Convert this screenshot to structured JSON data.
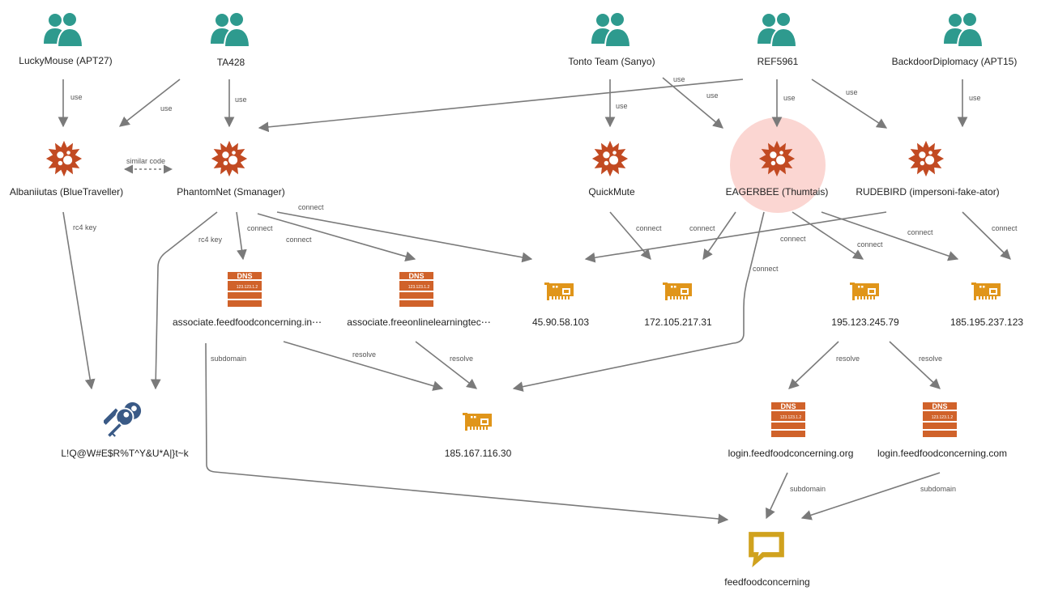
{
  "colors": {
    "actor": "#2e9a8e",
    "malware": "#c24a22",
    "dns": "#d0622a",
    "ip": "#e0951a",
    "key": "#3a5a86",
    "report": "#d0a21e",
    "highlight": "#fbd6d2",
    "edge": "#7a7a7a"
  },
  "nodes": {
    "luckymouse": {
      "label": "LuckyMouse (APT27)",
      "icon": "actor-icon"
    },
    "ta428": {
      "label": "TA428",
      "icon": "actor-icon"
    },
    "tonto": {
      "label": "Tonto Team (Sanyo)",
      "icon": "actor-icon"
    },
    "ref5961": {
      "label": "REF5961",
      "icon": "actor-icon"
    },
    "backdoordiplomacy": {
      "label": "BackdoorDiplomacy (APT15)",
      "icon": "actor-icon"
    },
    "albaniiutas": {
      "label": "Albaniiutas (BlueTraveller)",
      "icon": "malware-icon"
    },
    "phantomnet": {
      "label": "PhantomNet (Smanager)",
      "icon": "malware-icon"
    },
    "quickmute": {
      "label": "QuickMute",
      "icon": "malware-icon"
    },
    "eagerbee": {
      "label": "EAGERBEE (Thumtais)",
      "icon": "malware-icon"
    },
    "rudebird": {
      "label": "RUDEBIRD (impersoni-fake-ator)",
      "icon": "malware-icon"
    },
    "dns1": {
      "label": "associate.feedfoodconcerning.in⋯",
      "icon": "dns-icon"
    },
    "dns2": {
      "label": "associate.freeonlinelearningtec⋯",
      "icon": "dns-icon"
    },
    "ip1": {
      "label": "45.90.58.103",
      "icon": "ip-icon"
    },
    "ip2": {
      "label": "172.105.217.31",
      "icon": "ip-icon"
    },
    "ip3": {
      "label": "195.123.245.79",
      "icon": "ip-icon"
    },
    "ip4": {
      "label": "185.195.237.123",
      "icon": "ip-icon"
    },
    "key": {
      "label": "L!Q@W#E$R%T^Y&U*A|}t~k",
      "icon": "key-icon"
    },
    "ip5": {
      "label": "185.167.116.30",
      "icon": "ip-icon"
    },
    "dns3": {
      "label": "login.feedfoodconcerning.org",
      "icon": "dns-icon"
    },
    "dns4": {
      "label": "login.feedfoodconcerning.com",
      "icon": "dns-icon"
    },
    "report": {
      "label": "feedfoodconcerning",
      "icon": "report-icon"
    }
  },
  "dns_badge": {
    "title": "DNS",
    "digits": "123.123.1.2"
  },
  "edge_labels": {
    "use": "use",
    "similar_code": "similar code",
    "connect": "connect",
    "rc4_key": "rc4 key",
    "subdomain": "subdomain",
    "resolve": "resolve"
  }
}
